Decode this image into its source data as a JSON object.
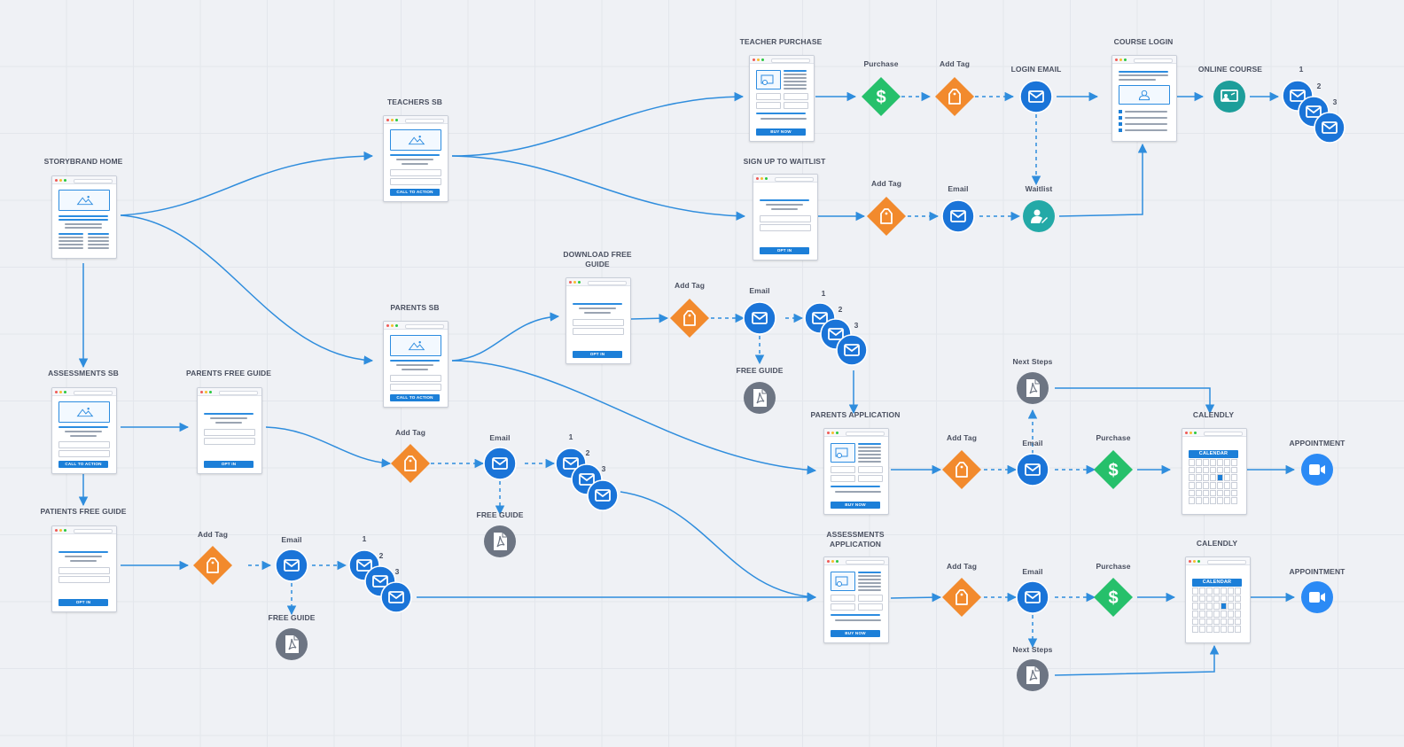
{
  "colors": {
    "edge": "#2f8ddd",
    "email": "#1a74d8",
    "tag": "#f28a2d",
    "purchase": "#26c06b",
    "pdf": "#6d7583",
    "teal": "#23a9a7",
    "video": "#2b8af5",
    "course": "#1d9e9a",
    "cta": "#1c7fd8"
  },
  "page_labels": {
    "storybrand_home": "STORYBRAND HOME",
    "teachers_sb": "TEACHERS SB",
    "parents_sb": "PARENTS SB",
    "assessments_sb": "ASSESSMENTS SB",
    "parents_free_guide": "PARENTS FREE GUIDE",
    "patients_free_guide": "PATIENTS FREE GUIDE",
    "teacher_purchase": "TEACHER PURCHASE",
    "sign_up_waitlist": "SIGN UP TO WAITLIST",
    "download_free_guide": "DOWNLOAD FREE GUIDE",
    "course_login": "COURSE LOGIN",
    "parents_application": "PARENTS APPLICATION",
    "assessments_application": "ASSESSMENTS APPLICATION",
    "calendly_1": "CALENDLY",
    "calendly_2": "CALENDLY"
  },
  "buttons": {
    "call_to_action": "CALL TO ACTION",
    "opt_in": "OPT IN",
    "buy_now": "BUY NOW",
    "calendar": "CALENDAR"
  },
  "node_labels": {
    "purchase": "Purchase",
    "add_tag": "Add Tag",
    "login_email": "LOGIN EMAIL",
    "online_course": "ONLINE COURSE",
    "email": "Email",
    "waitlist": "Waitlist",
    "free_guide": "FREE GUIDE",
    "next_steps": "Next Steps",
    "appointment": "APPOINTMENT"
  },
  "sequence_numbers": [
    "1",
    "2",
    "3"
  ]
}
